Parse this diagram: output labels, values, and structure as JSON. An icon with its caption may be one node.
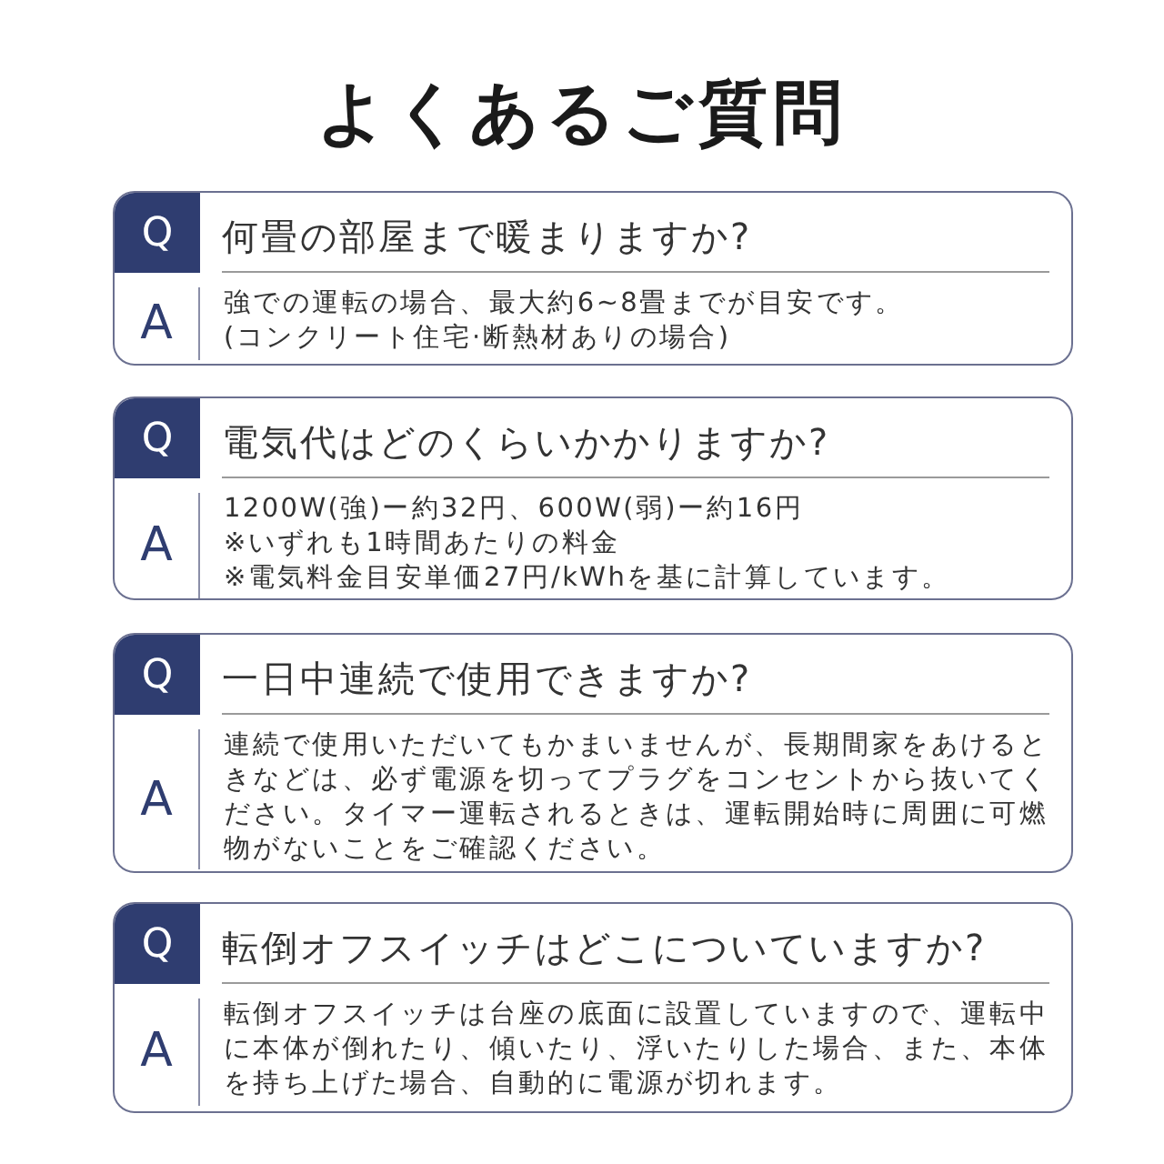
{
  "diagram": {
    "title": "よくあるご質問",
    "nodes": [
      {
        "text": [
          "Q",
          "何畳の部屋まで暖まりますか?",
          "A",
          "強での運転の場合、最大約6~8畳までが目安です。",
          "(コンクリート住宅·断熱材ありの場合)"
        ]
      },
      {
        "text": [
          "Q",
          "電気代はどのくらいかかりますか?",
          "A",
          "1200W(強)ー約32円、600W(弱)ー約16円",
          "※いずれも1時間あたりの料金",
          "※電気料金目安単価27円/kWhを基に計算しています。"
        ]
      },
      {
        "text": [
          "Q",
          "一日中連続で使用できますか?",
          "A",
          "連続で使用いただいてもかまいませんが、長期間家をあけるときなどは、必ず電源を切ってプラグをコンセントから抜いてください。タイマー運転されるときは、運転開始時に周囲に可燃物がないことをご確認ください。"
        ]
      },
      {
        "text": [
          "Q",
          "転倒オフスイッチはどこについていますか?",
          "A",
          "転倒オフスイッチは台座の底面に設置していますので、運転中に本体が倒れたり、傾いたり、浮いたりした場合、また、本体を持ち上げた場合、自動的に電源が切れます。"
        ]
      }
    ]
  }
}
